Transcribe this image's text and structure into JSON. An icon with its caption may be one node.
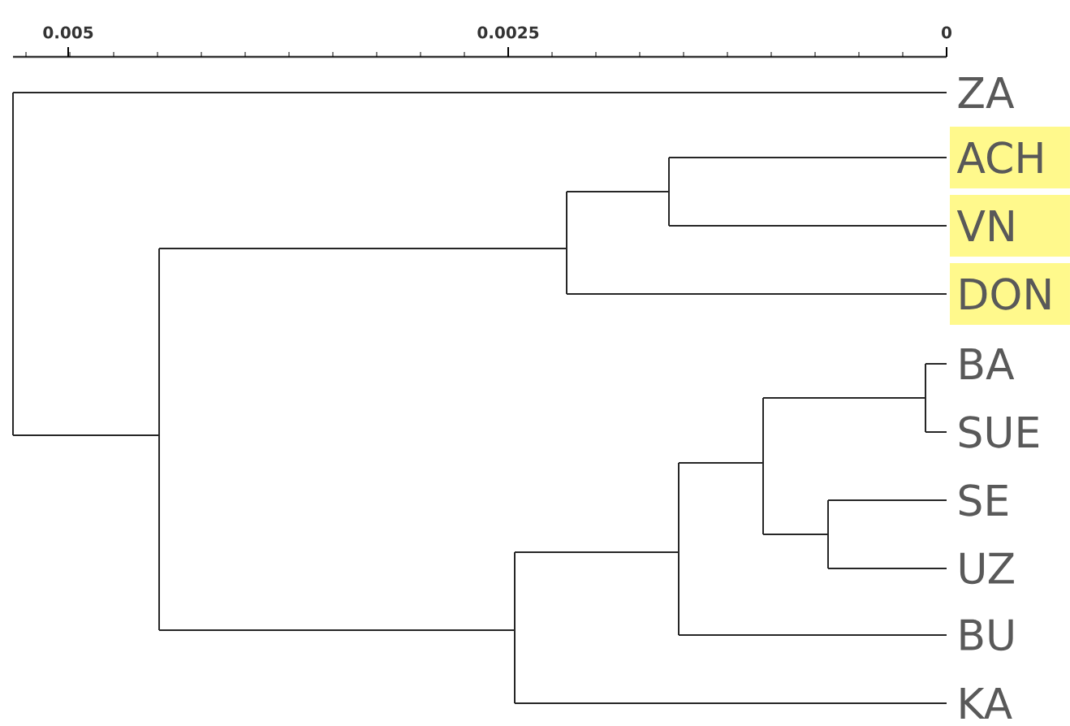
{
  "diagram": {
    "labels": [
      "0.005",
      "0.0025",
      "0",
      "ZA",
      "ACH",
      "VN",
      "DON",
      "BA",
      "SUE",
      "SE",
      "UZ",
      "BU",
      "KA"
    ]
  }
}
